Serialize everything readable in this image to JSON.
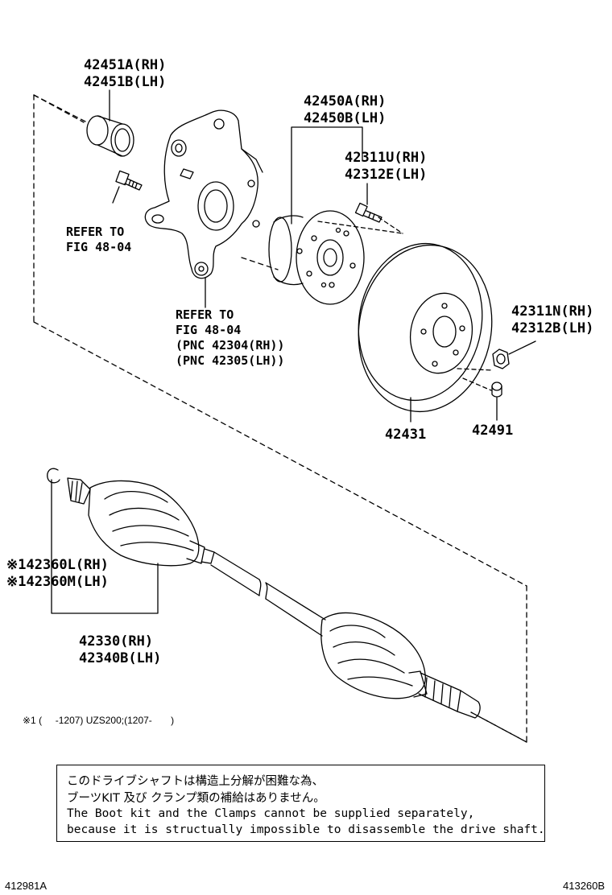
{
  "parts": {
    "bearing": [
      "42451A(RH)",
      "42451B(LH)"
    ],
    "hub": [
      "42450A(RH)",
      "42450B(LH)"
    ],
    "hub_bolt": [
      "42311U(RH)",
      "42312E(LH)"
    ],
    "nut": [
      "42311N(RH)",
      "42312B(LH)"
    ],
    "disc": "42431",
    "plug": "42491",
    "boot_kit": [
      "※142360L(RH)",
      "※142360M(LH)"
    ],
    "shaft": [
      "42330(RH)",
      "42340B(LH)"
    ]
  },
  "refs": {
    "bolt_ref": [
      "REFER TO",
      "FIG 48-04"
    ],
    "knuckle_ref": [
      "REFER TO",
      "FIG 48-04",
      "(PNC 42304(RH))",
      "(PNC 42305(LH))"
    ]
  },
  "footnote": "※1 (     -1207) UZS200;(1207-       )",
  "note": {
    "jp": [
      "このドライブシャフトは構造上分解が困難な為、",
      "ブーツKIT 及び クランプ類の補給はありません。"
    ],
    "en": [
      "The Boot kit and the Clamps cannot be supplied separately,",
      "because it is structually impossible to disassemble the drive shaft."
    ]
  },
  "codes": {
    "left": "412981A",
    "right": "413260B"
  }
}
